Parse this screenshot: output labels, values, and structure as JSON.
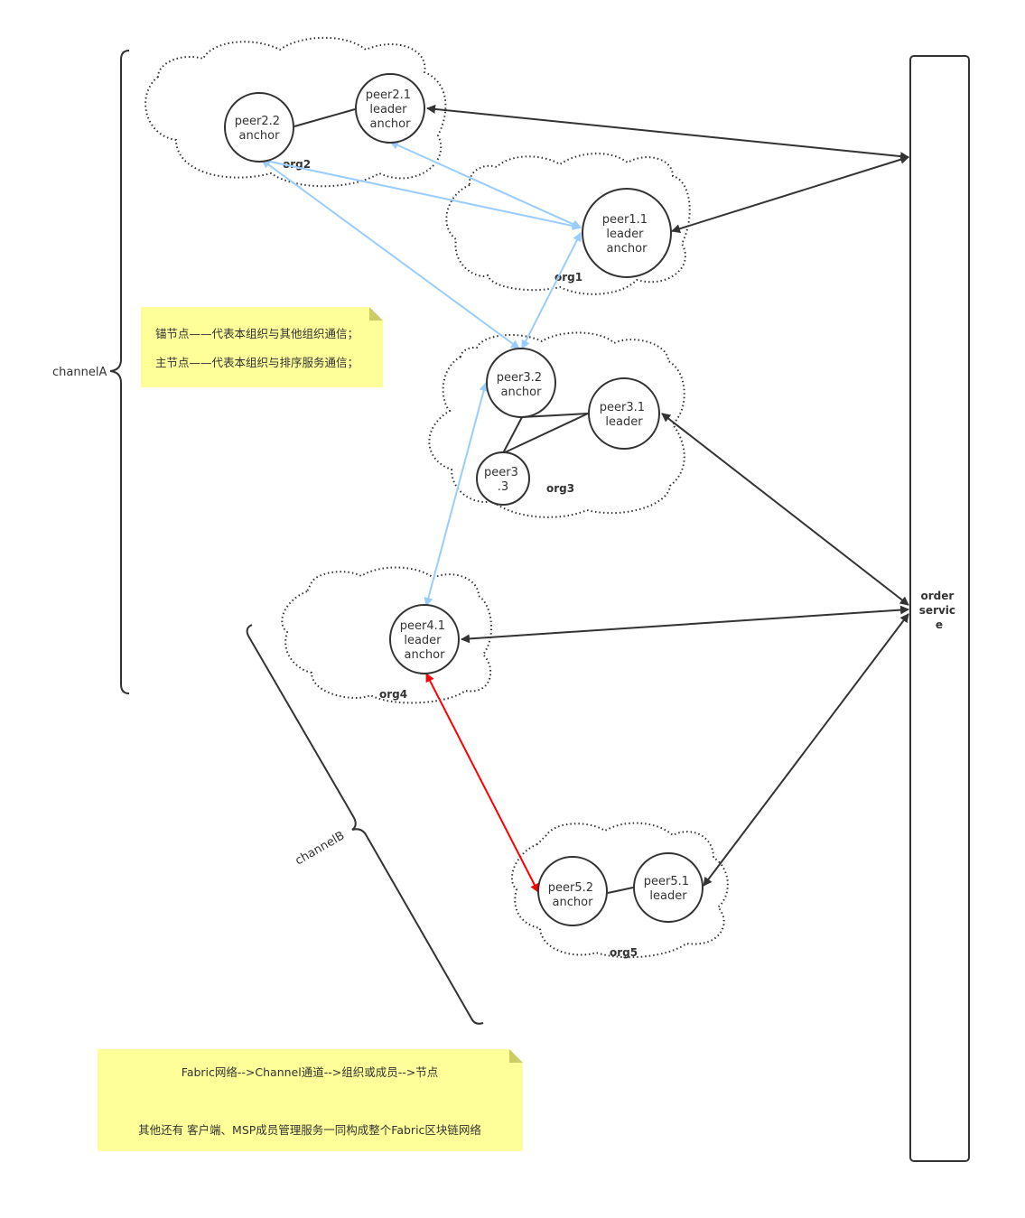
{
  "orgs": [
    {
      "id": "org1",
      "label": "org1"
    },
    {
      "id": "org2",
      "label": "org2"
    },
    {
      "id": "org3",
      "label": "org3"
    },
    {
      "id": "org4",
      "label": "org4"
    },
    {
      "id": "org5",
      "label": "org5"
    }
  ],
  "nodes": [
    {
      "id": "p22",
      "lines": [
        "peer2.2",
        "anchor"
      ]
    },
    {
      "id": "p21",
      "lines": [
        "peer2.1",
        "leader",
        "anchor"
      ]
    },
    {
      "id": "p11",
      "lines": [
        "peer1.1",
        "leader",
        "anchor"
      ]
    },
    {
      "id": "p32",
      "lines": [
        "peer3.2",
        "anchor"
      ]
    },
    {
      "id": "p31",
      "lines": [
        "peer3.1",
        "leader"
      ]
    },
    {
      "id": "p33",
      "lines": [
        "peer3",
        ".3"
      ]
    },
    {
      "id": "p41",
      "lines": [
        "peer4.1",
        "leader",
        "anchor"
      ]
    },
    {
      "id": "p52",
      "lines": [
        "peer5.2",
        "anchor"
      ]
    },
    {
      "id": "p51",
      "lines": [
        "peer5.1",
        "leader"
      ]
    }
  ],
  "order_service": {
    "lines": [
      "order",
      "servic",
      "e"
    ]
  },
  "channels": {
    "a": "channelA",
    "b": "channelB"
  },
  "notes": {
    "note1": [
      "锚节点——代表本组织与其他组织通信；",
      "主节点——代表本组织与排序服务通信；"
    ],
    "note2": [
      "Fabric网络-->Channel通道-->组织或成员-->节点",
      "其他还有  客户端、MSP成员管理服务一同构成整个Fabric区块链网络"
    ]
  },
  "colors": {
    "stroke": "#333333",
    "anchor_link": "#99ccff",
    "channelB_link": "#ff0000",
    "note_fill": "#ffff99",
    "note_fold": "#cccc66"
  }
}
